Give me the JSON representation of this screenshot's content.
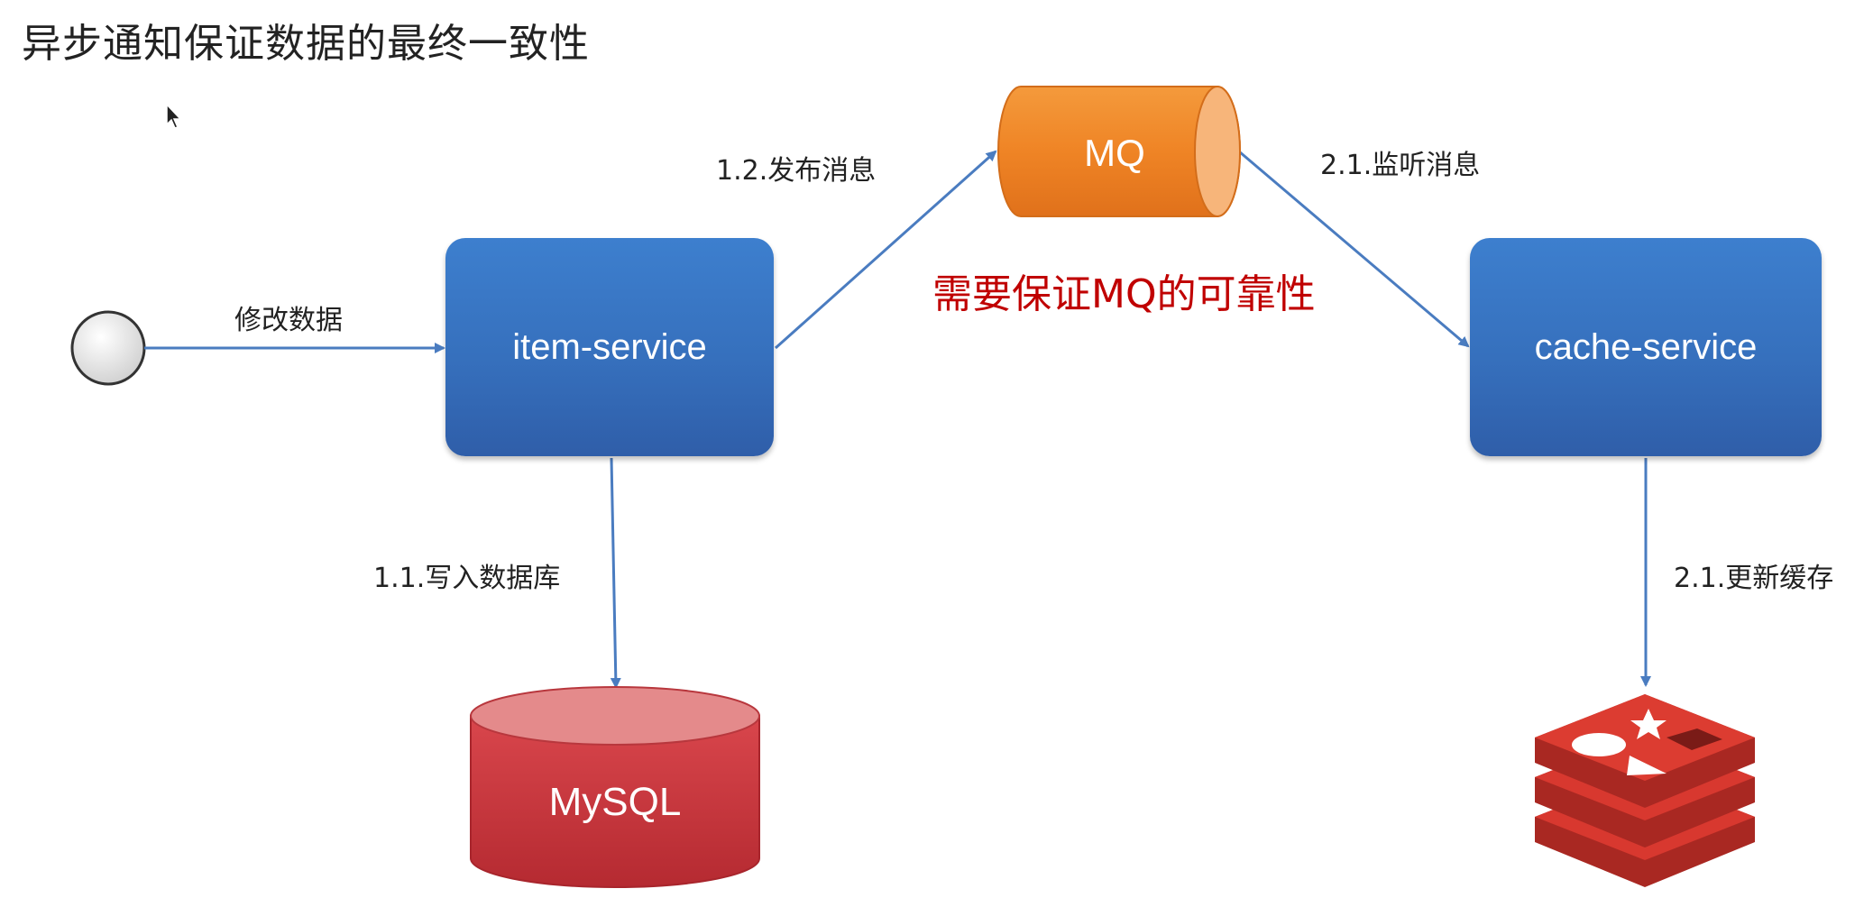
{
  "title": "异步通知保证数据的最终一致性",
  "nodes": {
    "item_service": "item-service",
    "cache_service": "cache-service",
    "mq": "MQ",
    "mysql": "MySQL",
    "redis_icon": "redis-logo-icon",
    "start_icon": "start-circle-icon"
  },
  "edges": {
    "modify_data": "修改数据",
    "publish_message": "1.2.发布消息",
    "write_db": "1.1.写入数据库",
    "listen_message": "2.1.监听消息",
    "update_cache": "2.1.更新缓存"
  },
  "annotation": "需要保证MQ的可靠性",
  "colors": {
    "service_blue": "#3670bd",
    "arrow_blue": "#4a7cc0",
    "mq_orange": "#f28a2a",
    "mysql_red": "#c9343b",
    "redis_red": "#c9332c",
    "warning_red": "#c00000"
  }
}
